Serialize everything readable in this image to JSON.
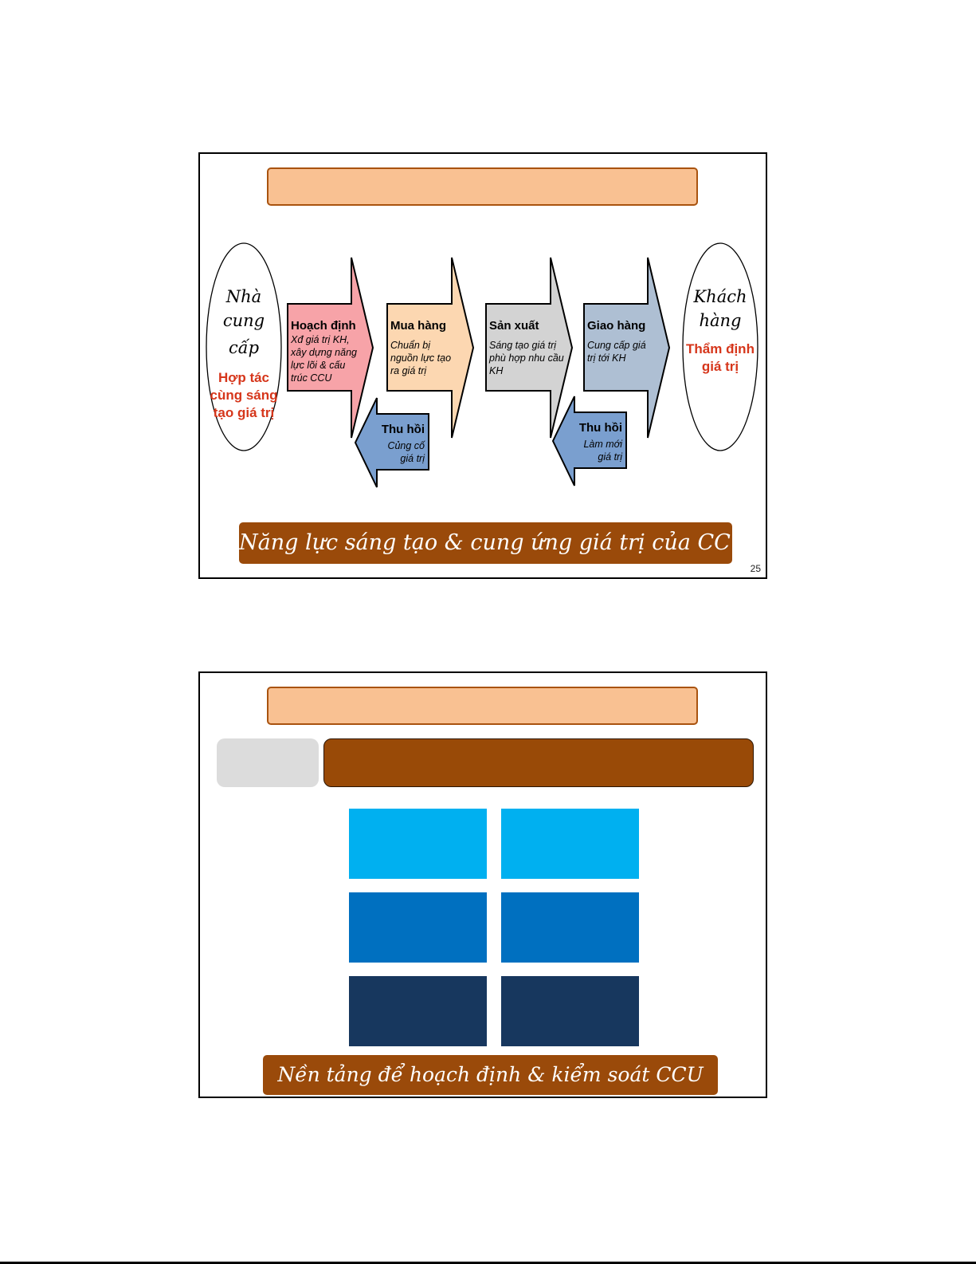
{
  "slides": [
    {
      "page_number": "25",
      "title": "",
      "supplier": {
        "title_line1": "Nhà",
        "title_line2": "cung cấp",
        "subtitle": "Hợp tác cùng sáng tạo giá trị"
      },
      "customer": {
        "title_line1": "Khách",
        "title_line2": "hàng",
        "subtitle": "Thẩm định giá trị"
      },
      "forward_steps": [
        {
          "heading": "Hoạch định",
          "description": "Xđ giá trị KH, xây dựng năng lực lõi & cấu trúc CCU",
          "color": "#f7a3a8"
        },
        {
          "heading": "Mua hàng",
          "description": "Chuẩn bị nguồn lực tạo ra giá trị",
          "color": "#fcd7b1"
        },
        {
          "heading": "Sản xuất",
          "description": "Sáng tạo giá trị phù hợp nhu cầu KH",
          "color": "#d3d3d3"
        },
        {
          "heading": "Giao hàng",
          "description": "Cung cấp giá trị tới KH",
          "color": "#aebfd3"
        }
      ],
      "return_steps": [
        {
          "heading": "Thu hồi",
          "description": "Củng cố giá trị",
          "color": "#7a9fcf"
        },
        {
          "heading": "Thu hồi",
          "description": "Làm mới giá trị",
          "color": "#7a9fcf"
        }
      ],
      "banner": "Năng lực sáng tạo & cung ứng giá trị của CCU"
    },
    {
      "title": "",
      "label_box": "",
      "header_box": "",
      "tiles": [
        {
          "label": "",
          "color": "#00b0f0"
        },
        {
          "label": "",
          "color": "#00b0f0"
        },
        {
          "label": "",
          "color": "#0070c0"
        },
        {
          "label": "",
          "color": "#0070c0"
        },
        {
          "label": "",
          "color": "#17375e"
        },
        {
          "label": "",
          "color": "#17375e"
        }
      ],
      "banner": "Nền tảng để hoạch định & kiểm soát CCU"
    }
  ],
  "colors": {
    "title_fill": "#f9c192",
    "title_border": "#a9530f",
    "banner": "#9a4a0a",
    "accent_red": "#d6361b"
  }
}
